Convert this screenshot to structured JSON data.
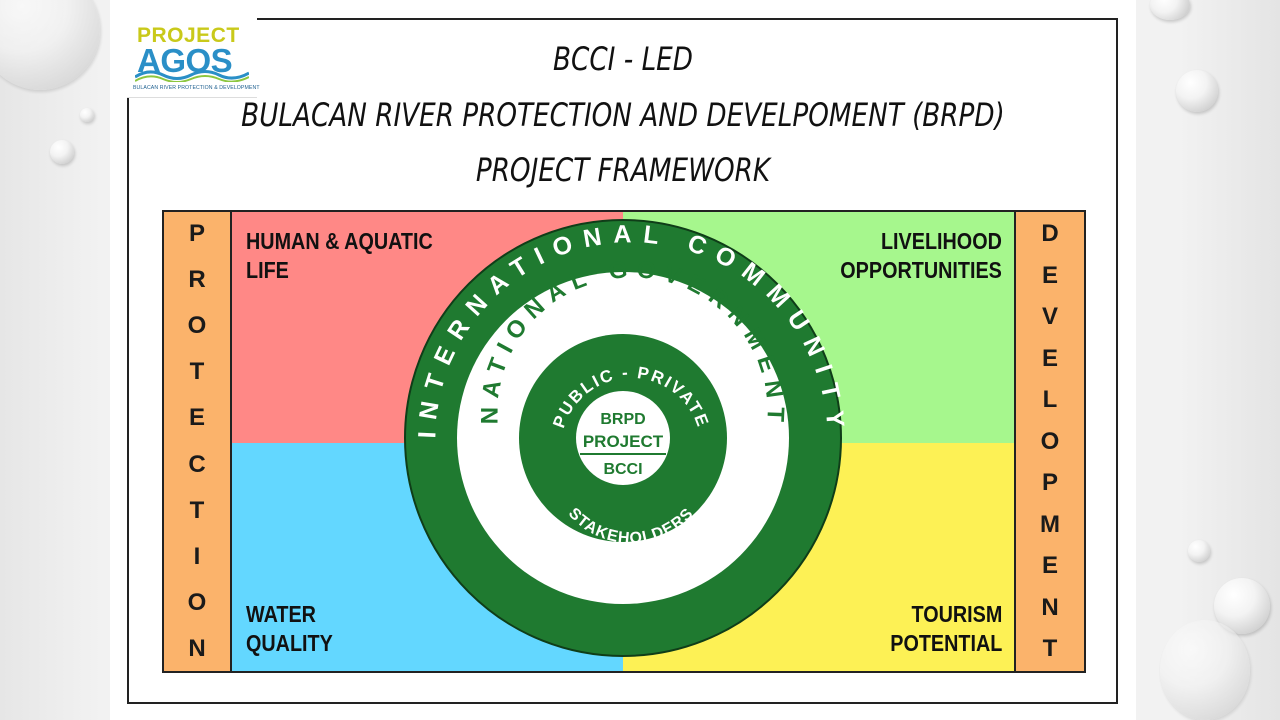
{
  "logo": {
    "top": "PROJECT",
    "main": "AGOS",
    "sub": "BULACAN RIVER PROTECTION & DEVELOPMENT"
  },
  "title": {
    "line1": "BCCI - LED",
    "line2": "BULACAN RIVER PROTECTION AND DEVELPOMENT (BRPD)",
    "line3": "PROJECT FRAMEWORK"
  },
  "sidebars": {
    "left": "PROTECTION",
    "right": "DEVELOPMENT"
  },
  "quadrants": {
    "top_left": "HUMAN & AQUATIC\nLIFE",
    "top_right": "LIVELIHOOD\nOPPORTUNITIES",
    "bottom_left": "WATER\nQUALITY",
    "bottom_right": "TOURISM\nPOTENTIAL"
  },
  "rings": {
    "outer": "INTERNATIONAL COMMUNITY",
    "second": "NATIONAL GOVERNMENT",
    "third_top": "PUBLIC - PRIVATE",
    "third_bottom": "STAKEHOLDERS",
    "center_top": "BRPD",
    "center_mid": "PROJECT",
    "center_bottom": "BCCI"
  },
  "colors": {
    "green": "#1f7a30",
    "protection_orange": "#fbb36b",
    "human_life_red": "#ff8886",
    "livelihood_green": "#a6f78d",
    "water_blue": "#63d7ff",
    "tourism_yellow": "#fdf155"
  }
}
